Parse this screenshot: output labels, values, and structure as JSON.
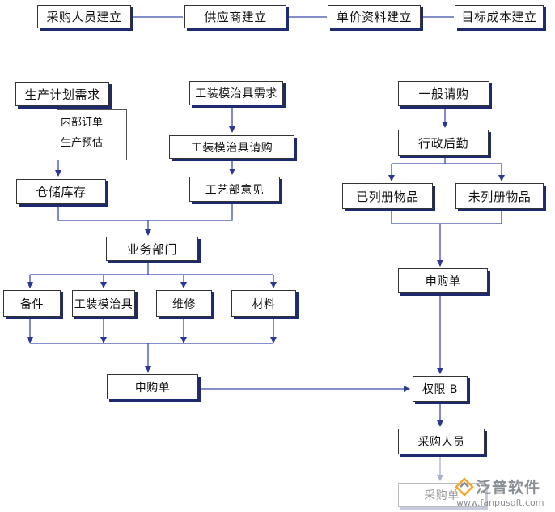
{
  "top_row": {
    "buyer_setup": "采购人员建立",
    "supplier_setup": "供应商建立",
    "unit_price_setup": "单价资料建立",
    "target_cost_setup": "目标成本建立"
  },
  "left_branch": {
    "production_plan_demand": "生产计划需求",
    "internal_order": "内部订单",
    "production_forecast": "生产预估",
    "warehouse_stock": "仓储库存",
    "tooling_demand": "工装模治具需求",
    "tooling_request": "工装模治具请购",
    "process_dept_opinion": "工艺部意见",
    "business_dept": "业务部门",
    "spare_parts": "备件",
    "tooling": "工装模治具",
    "maintenance": "维修",
    "materials": "材料",
    "purchase_request": "申购单"
  },
  "right_branch": {
    "general_request": "一般请购",
    "admin_logistics": "行政后勤",
    "listed_items": "已列册物品",
    "unlisted_items": "未列册物品",
    "purchase_request": "申购单"
  },
  "bottom_flow": {
    "authority_b": "权限 B",
    "buyer": "采购人员",
    "purchase_order": "采购单"
  },
  "watermark": {
    "brand_name": "泛普软件",
    "url": "www.fanpusoft.com"
  },
  "colors": {
    "box_shadow": "#1e2a6e",
    "connector": "#3a4aa8",
    "arrow": "#2b3794",
    "logo_orange": "#f5a623",
    "logo_gray": "#8a8f95"
  }
}
